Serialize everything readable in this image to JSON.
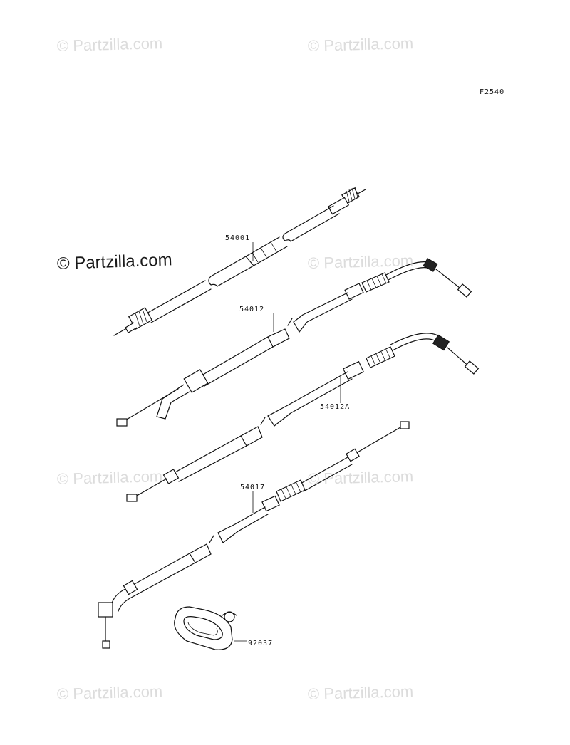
{
  "watermark": "© Partzilla.com",
  "figure_code": "F2540",
  "callouts": {
    "speedo_cable": "54001",
    "throttle_cable_a": "54012",
    "throttle_cable_b": "54012A",
    "choke_cable": "54017",
    "grommet": "92037"
  }
}
